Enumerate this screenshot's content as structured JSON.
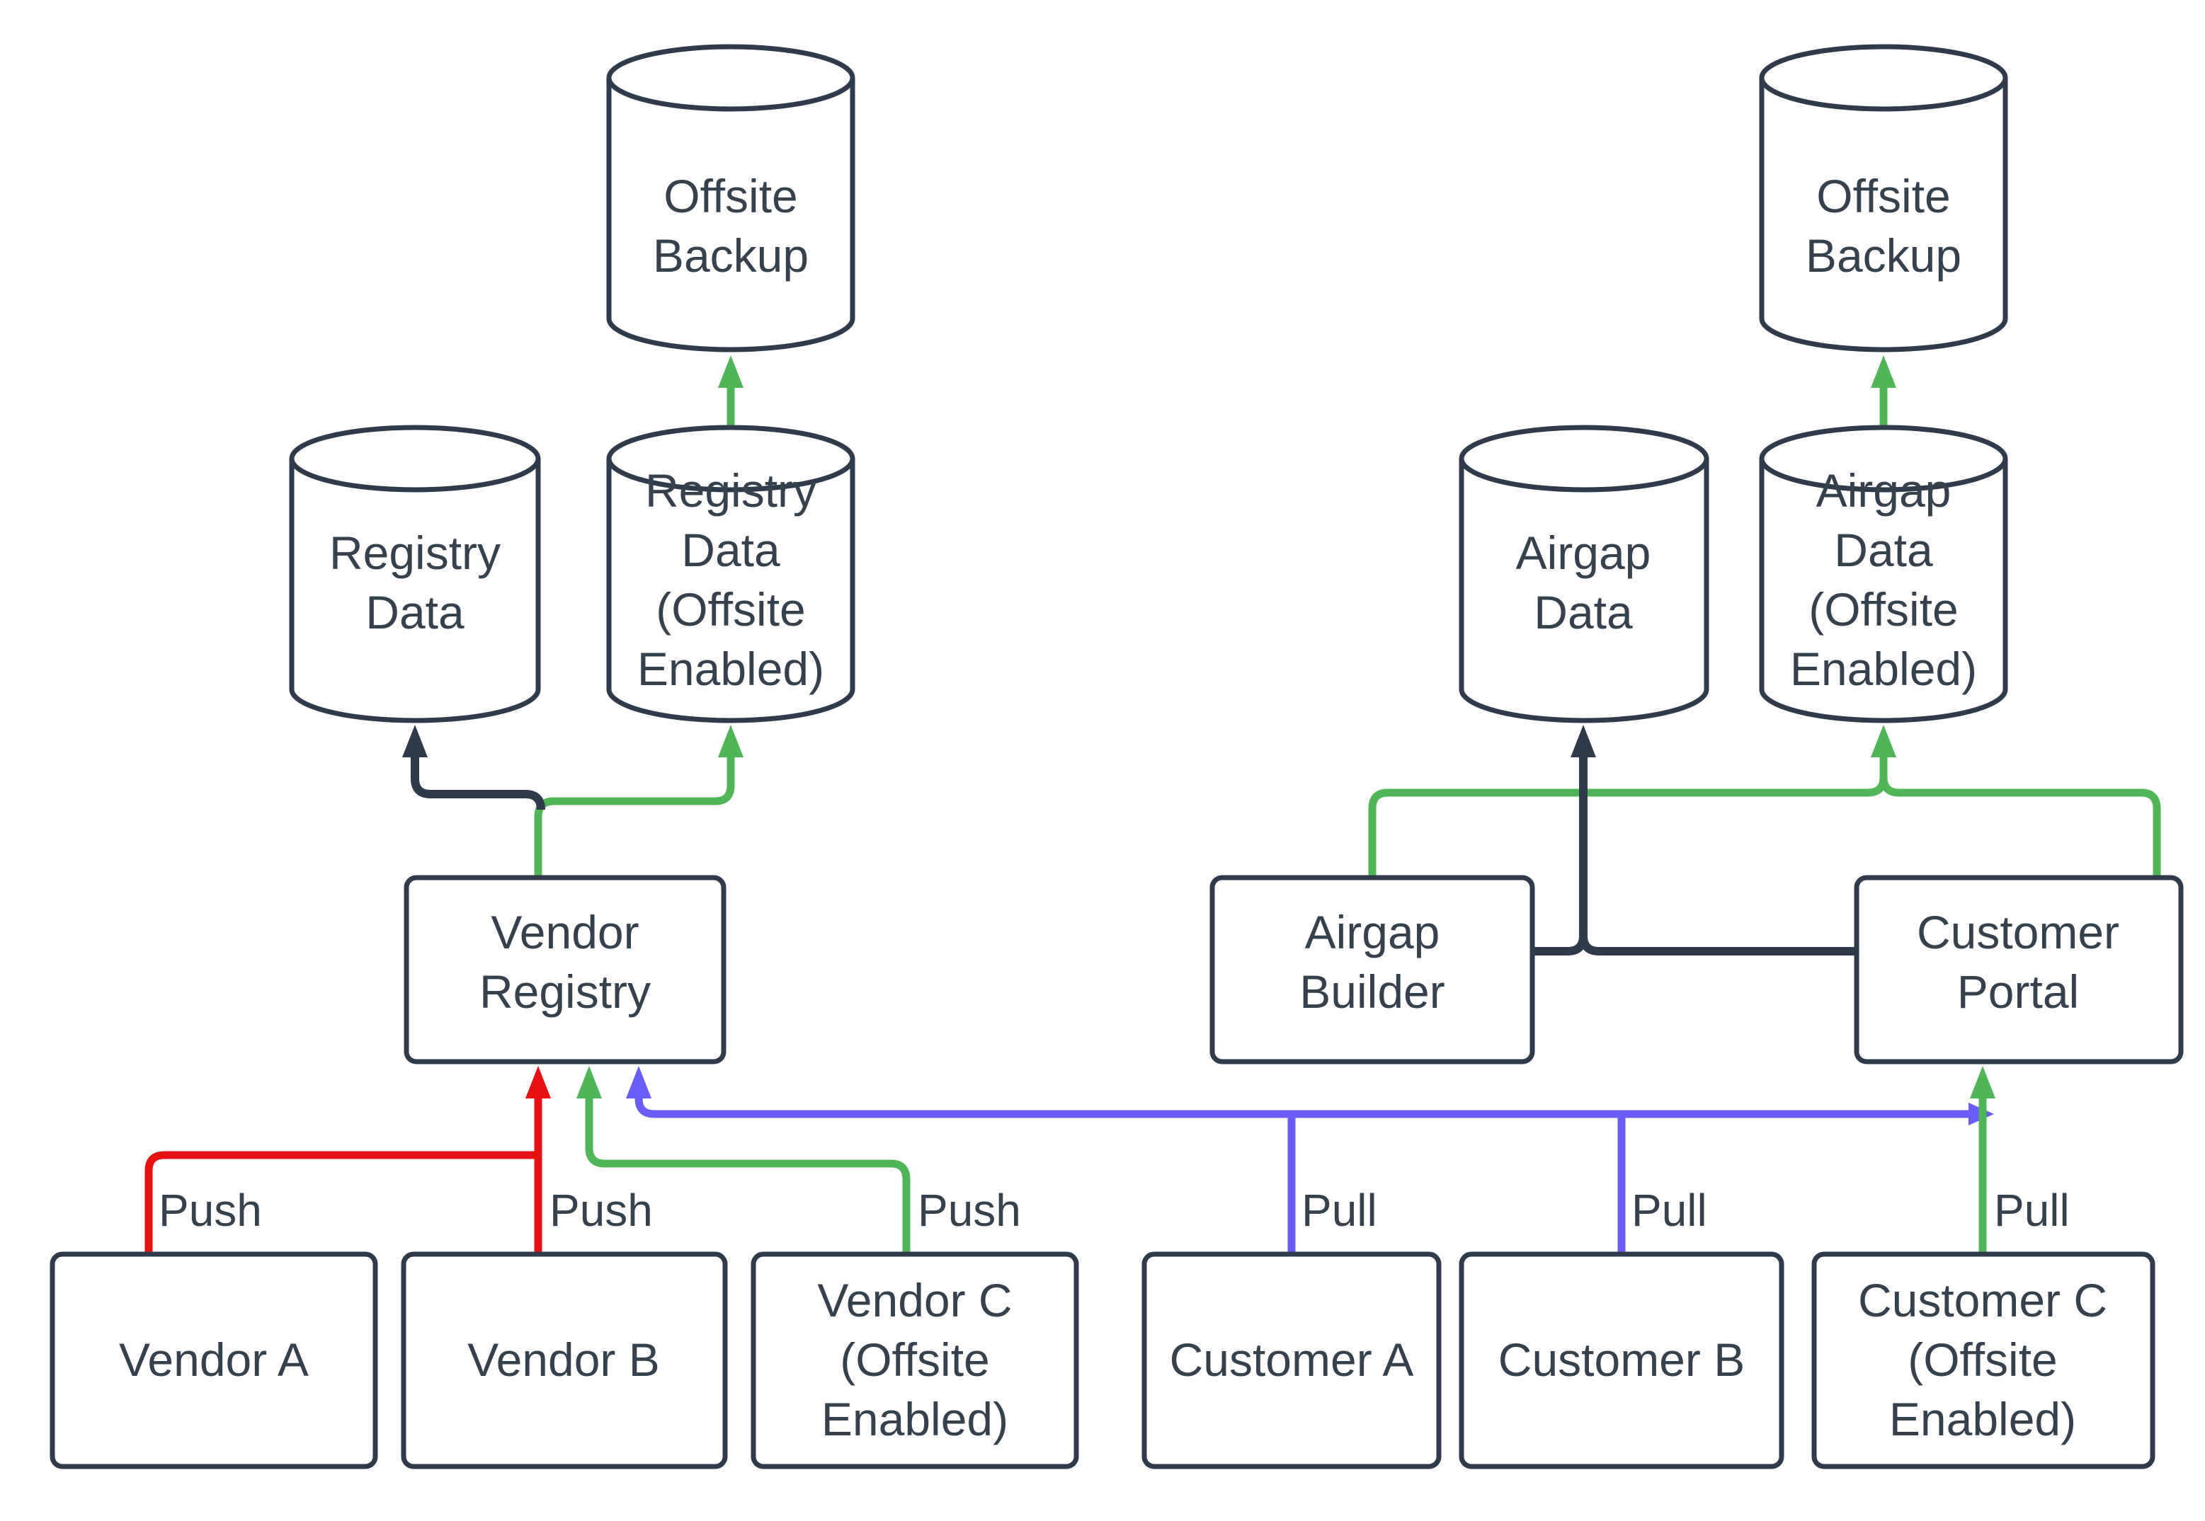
{
  "diagram": {
    "type": "flow-diagram",
    "background": "#ffffff",
    "colors": {
      "node_stroke": "#2f3b4a",
      "text": "#36414e",
      "push_red": "#e51111",
      "green": "#50b556",
      "pull_blue": "#6a5cf6",
      "dark_edge": "#2f3b4a"
    },
    "nodes": {
      "offsite_backup_left": {
        "label": "Offsite Backup",
        "shape": "cylinder",
        "lines": [
          "Offsite",
          "Backup"
        ]
      },
      "registry_data": {
        "label": "Registry Data",
        "shape": "cylinder",
        "lines": [
          "Registry",
          "Data"
        ]
      },
      "registry_data_offsite": {
        "label": "Registry Data (Offsite Enabled)",
        "shape": "cylinder",
        "lines": [
          "Registry",
          "Data",
          "(Offsite",
          "Enabled)"
        ]
      },
      "vendor_registry": {
        "label": "Vendor Registry",
        "shape": "rect",
        "lines": [
          "Vendor",
          "Registry"
        ]
      },
      "vendor_a": {
        "label": "Vendor A",
        "shape": "rect",
        "lines": [
          "Vendor A"
        ]
      },
      "vendor_b": {
        "label": "Vendor B",
        "shape": "rect",
        "lines": [
          "Vendor B"
        ]
      },
      "vendor_c": {
        "label": "Vendor C (Offsite Enabled)",
        "shape": "rect",
        "lines": [
          "Vendor C",
          "(Offsite",
          "Enabled)"
        ]
      },
      "offsite_backup_right": {
        "label": "Offsite Backup",
        "shape": "cylinder",
        "lines": [
          "Offsite",
          "Backup"
        ]
      },
      "airgap_data": {
        "label": "Airgap Data",
        "shape": "cylinder",
        "lines": [
          "Airgap",
          "Data"
        ]
      },
      "airgap_data_offsite": {
        "label": "Airgap Data (Offsite Enabled)",
        "shape": "cylinder",
        "lines": [
          "Airgap",
          "Data",
          "(Offsite",
          "Enabled)"
        ]
      },
      "airgap_builder": {
        "label": "Airgap Builder",
        "shape": "rect",
        "lines": [
          "Airgap",
          "Builder"
        ]
      },
      "customer_portal": {
        "label": "Customer Portal",
        "shape": "rect",
        "lines": [
          "Customer",
          "Portal"
        ]
      },
      "customer_a": {
        "label": "Customer A",
        "shape": "rect",
        "lines": [
          "Customer A"
        ]
      },
      "customer_b": {
        "label": "Customer B",
        "shape": "rect",
        "lines": [
          "Customer B"
        ]
      },
      "customer_c": {
        "label": "Customer C (Offsite Enabled)",
        "shape": "rect",
        "lines": [
          "Customer C",
          "(Offsite",
          "Enabled)"
        ]
      }
    },
    "edge_labels": {
      "push_a": "Push",
      "push_b": "Push",
      "push_c": "Push",
      "pull_a": "Pull",
      "pull_b": "Pull",
      "pull_c": "Pull"
    },
    "edges": [
      {
        "from": "Vendor A",
        "to": "Vendor Registry",
        "label": "Push",
        "color": "#e51111"
      },
      {
        "from": "Vendor B",
        "to": "Vendor Registry",
        "label": "Push",
        "color": "#e51111"
      },
      {
        "from": "Vendor C (Offsite Enabled)",
        "to": "Vendor Registry",
        "label": "Push",
        "color": "#50b556"
      },
      {
        "from": "Vendor Registry",
        "to": "Registry Data",
        "label": "",
        "color": "#2f3b4a"
      },
      {
        "from": "Vendor Registry",
        "to": "Registry Data (Offsite Enabled)",
        "label": "",
        "color": "#50b556"
      },
      {
        "from": "Registry Data (Offsite Enabled)",
        "to": "Offsite Backup",
        "label": "",
        "color": "#50b556"
      },
      {
        "from": "Customer A",
        "to": "Vendor Registry",
        "label": "Pull",
        "color": "#6a5cf6"
      },
      {
        "from": "Customer B",
        "to": "Vendor Registry",
        "label": "Pull",
        "color": "#6a5cf6"
      },
      {
        "from": "Customer C (Offsite Enabled)",
        "to": "Customer Portal",
        "label": "Pull",
        "color": "#50b556"
      },
      {
        "from": "Airgap Builder",
        "to": "Airgap Data",
        "label": "",
        "color": "#2f3b4a"
      },
      {
        "from": "Customer Portal",
        "to": "Airgap Data",
        "label": "",
        "color": "#2f3b4a"
      },
      {
        "from": "Airgap Builder",
        "to": "Airgap Data (Offsite Enabled)",
        "label": "",
        "color": "#50b556"
      },
      {
        "from": "Customer Portal",
        "to": "Airgap Data (Offsite Enabled)",
        "label": "",
        "color": "#50b556"
      },
      {
        "from": "Airgap Data (Offsite Enabled)",
        "to": "Offsite Backup",
        "label": "",
        "color": "#50b556"
      }
    ]
  }
}
